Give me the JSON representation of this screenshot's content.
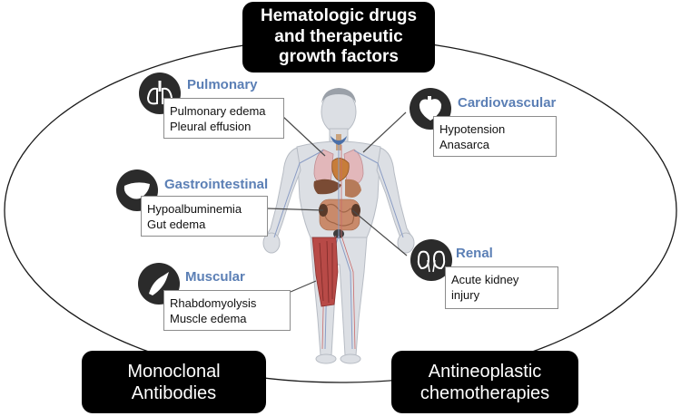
{
  "agents": {
    "top": [
      "Hematologic drugs",
      "and therapeutic",
      "growth factors"
    ],
    "bottom_left": [
      "Monoclonal",
      "Antibodies"
    ],
    "bottom_right": [
      "Antineoplastic",
      "chemotherapies"
    ]
  },
  "organs": {
    "pulmonary": {
      "title": "Pulmonary",
      "icon": "lungs-icon",
      "effects": [
        "Pulmonary edema",
        "Pleural effusion"
      ]
    },
    "gastrointestinal": {
      "title": "Gastrointestinal",
      "icon": "liver-icon",
      "effects": [
        "Hypoalbuminemia",
        "Gut edema"
      ]
    },
    "muscular": {
      "title": "Muscular",
      "icon": "muscle-icon",
      "effects": [
        "Rhabdomyolysis",
        "Muscle edema"
      ]
    },
    "cardiovascular": {
      "title": "Cardiovascular",
      "icon": "heart-icon",
      "effects": [
        "Hypotension",
        "Anasarca"
      ]
    },
    "renal": {
      "title": "Renal",
      "icon": "kidneys-icon",
      "effects": [
        "Acute kidney",
        "injury"
      ]
    }
  },
  "colors": {
    "title_blue": "#5b7fb5",
    "box_black": "#000000",
    "icon_dark": "#2b2b2b",
    "connector": "#4a4a4a"
  }
}
